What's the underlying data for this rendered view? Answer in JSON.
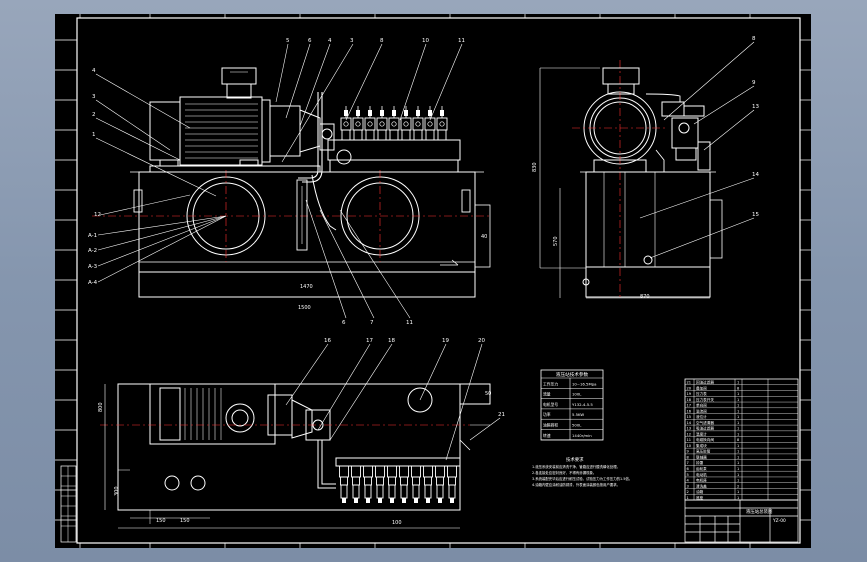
{
  "drawing": {
    "balloons": {
      "front_top": [
        "5",
        "6",
        "4",
        "3",
        "8",
        "10",
        "11"
      ],
      "front_left": [
        "4",
        "3",
        "2",
        "1"
      ],
      "front_left_low": [
        "12",
        "A-1",
        "A-2",
        "A-3",
        "A-4"
      ],
      "front_bottom": [
        "6",
        "7",
        "11"
      ],
      "side": [
        "8",
        "9",
        "13",
        "14",
        "15"
      ],
      "plan_top": [
        "16",
        "17",
        "18",
        "19",
        "20"
      ],
      "plan_right": [
        "21"
      ]
    },
    "dims": {
      "front_width": "1500",
      "front_right": "40",
      "front_mid": "1470",
      "side_width": "870",
      "side_height_a": "830",
      "side_height_b": "570",
      "plan_height": "800",
      "plan_left_a": "150",
      "plan_left_b": "150",
      "plan_bottom": "100",
      "plan_left_mid": "300",
      "plan_right": "50"
    },
    "param_table": {
      "title": "液压站技术参数",
      "rows": [
        {
          "name": "工作压力",
          "value": "10~16.5Mpa"
        },
        {
          "name": "流量",
          "value": "100L"
        },
        {
          "name": "电机型号",
          "value": "Y132-4-5.5"
        },
        {
          "name": "功率",
          "value": "5.5KW"
        },
        {
          "name": "油箱容积",
          "value": "500L"
        },
        {
          "name": "转速",
          "value": "1440r/min"
        }
      ]
    },
    "notes": {
      "title": "技术要求",
      "lines": [
        "1.液压系统安装前应清洗干净，管路应进行酸洗磷化处理。",
        "2.各连接处应密封良好，不得有渗漏现象。",
        "3.系统装配完毕后应进行耐压试验，试验压力为工作压力的1.5倍。",
        "4.油箱内壁应涂耐油防锈漆，外表面涂装颜色按用户要求。"
      ]
    },
    "bom": {
      "rows": [
        [
          "21",
          "回油过滤器",
          "1"
        ],
        [
          "20",
          "叠加阀",
          "8"
        ],
        [
          "19",
          "压力表",
          "1"
        ],
        [
          "18",
          "压力表开关",
          "1"
        ],
        [
          "17",
          "单向阀",
          "1"
        ],
        [
          "16",
          "溢流阀",
          "1"
        ],
        [
          "15",
          "液位计",
          "1"
        ],
        [
          "14",
          "空气滤清器",
          "1"
        ],
        [
          "13",
          "吸油过滤器",
          "1"
        ],
        [
          "12",
          "温度计",
          "1"
        ],
        [
          "11",
          "电磁换向阀",
          "8"
        ],
        [
          "10",
          "集成块",
          "1"
        ],
        [
          "9",
          "高压胶管",
          "1"
        ],
        [
          "8",
          "联轴器",
          "1"
        ],
        [
          "7",
          "钟罩",
          "1"
        ],
        [
          "6",
          "齿轮泵",
          "1"
        ],
        [
          "5",
          "电动机",
          "1"
        ],
        [
          "4",
          "电机座",
          "1"
        ],
        [
          "3",
          "清洗盖",
          "2"
        ],
        [
          "2",
          "油箱",
          "1"
        ],
        [
          "1",
          "底座",
          "1"
        ]
      ],
      "title_block": {
        "name": "液压站总装图",
        "code": "YZ-00"
      }
    }
  }
}
